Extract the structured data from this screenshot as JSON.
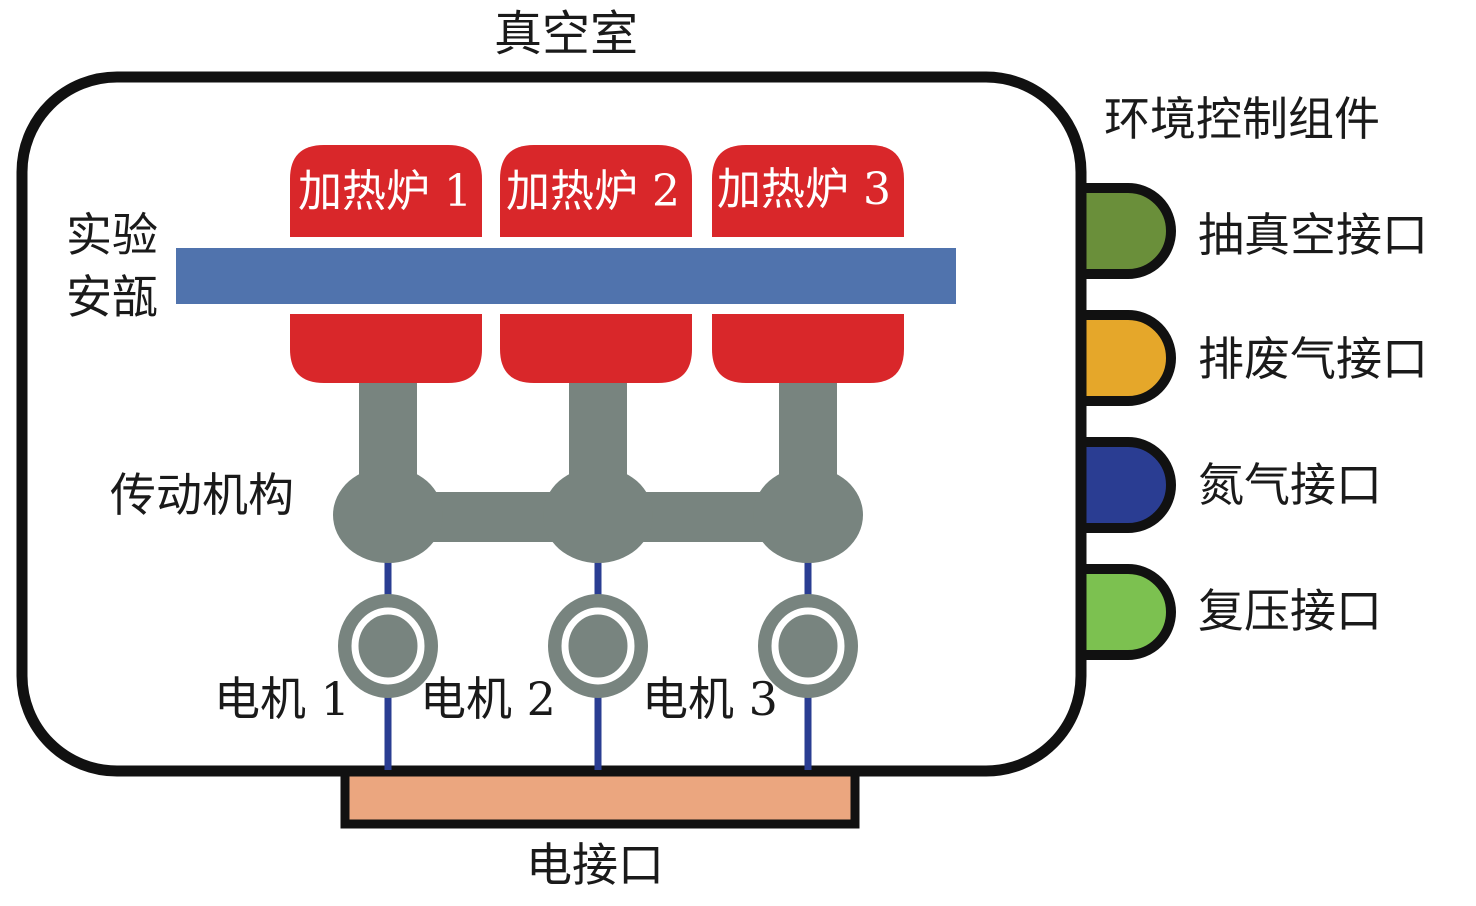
{
  "title": "真空室",
  "sample_holder_label": [
    "实验",
    "安瓿"
  ],
  "furnaces": [
    {
      "label": "加热炉 1"
    },
    {
      "label": "加热炉 2"
    },
    {
      "label": "加热炉 3"
    }
  ],
  "transmission_label": "传动机构",
  "motors": [
    {
      "label": "电机 1"
    },
    {
      "label": "电机 2"
    },
    {
      "label": "电机 3"
    }
  ],
  "electrical_port_label": "电接口",
  "env_control": {
    "title": "环境控制组件",
    "ports": [
      {
        "label": "抽真空接口",
        "color": "#6a8f3a"
      },
      {
        "label": "排废气接口",
        "color": "#e5a72a"
      },
      {
        "label": "氮气接口",
        "color": "#2a3d92"
      },
      {
        "label": "复压接口",
        "color": "#7cc150"
      }
    ]
  },
  "colors": {
    "furnace": "#d9272a",
    "sample_bar": "#5073ad",
    "mechanism": "#78847f",
    "wire": "#2a3d92",
    "electrical_port": "#eba67f",
    "outline": "#111111"
  }
}
